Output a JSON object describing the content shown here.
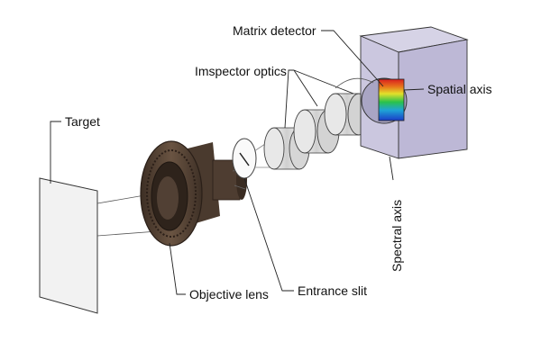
{
  "labels": {
    "matrix_detector": "Matrix detector",
    "inspector_optics": "Imspector optics",
    "spatial_axis": "Spatial axis",
    "target": "Target",
    "objective_lens": "Objective lens",
    "entrance_slit": "Entrance slit",
    "spectral_axis": "Spectral axis"
  },
  "colors": {
    "lens_body": "#5b4636",
    "detector_face": "#c9c6dc",
    "detector_side": "#b7b3cf",
    "optics_fill": "#dcdcdc",
    "line": "#222222"
  },
  "spectrum_colors": [
    "#1a3cc8",
    "#1fa3d6",
    "#2bc24a",
    "#e3e02a",
    "#e8741c",
    "#d81e1e"
  ]
}
